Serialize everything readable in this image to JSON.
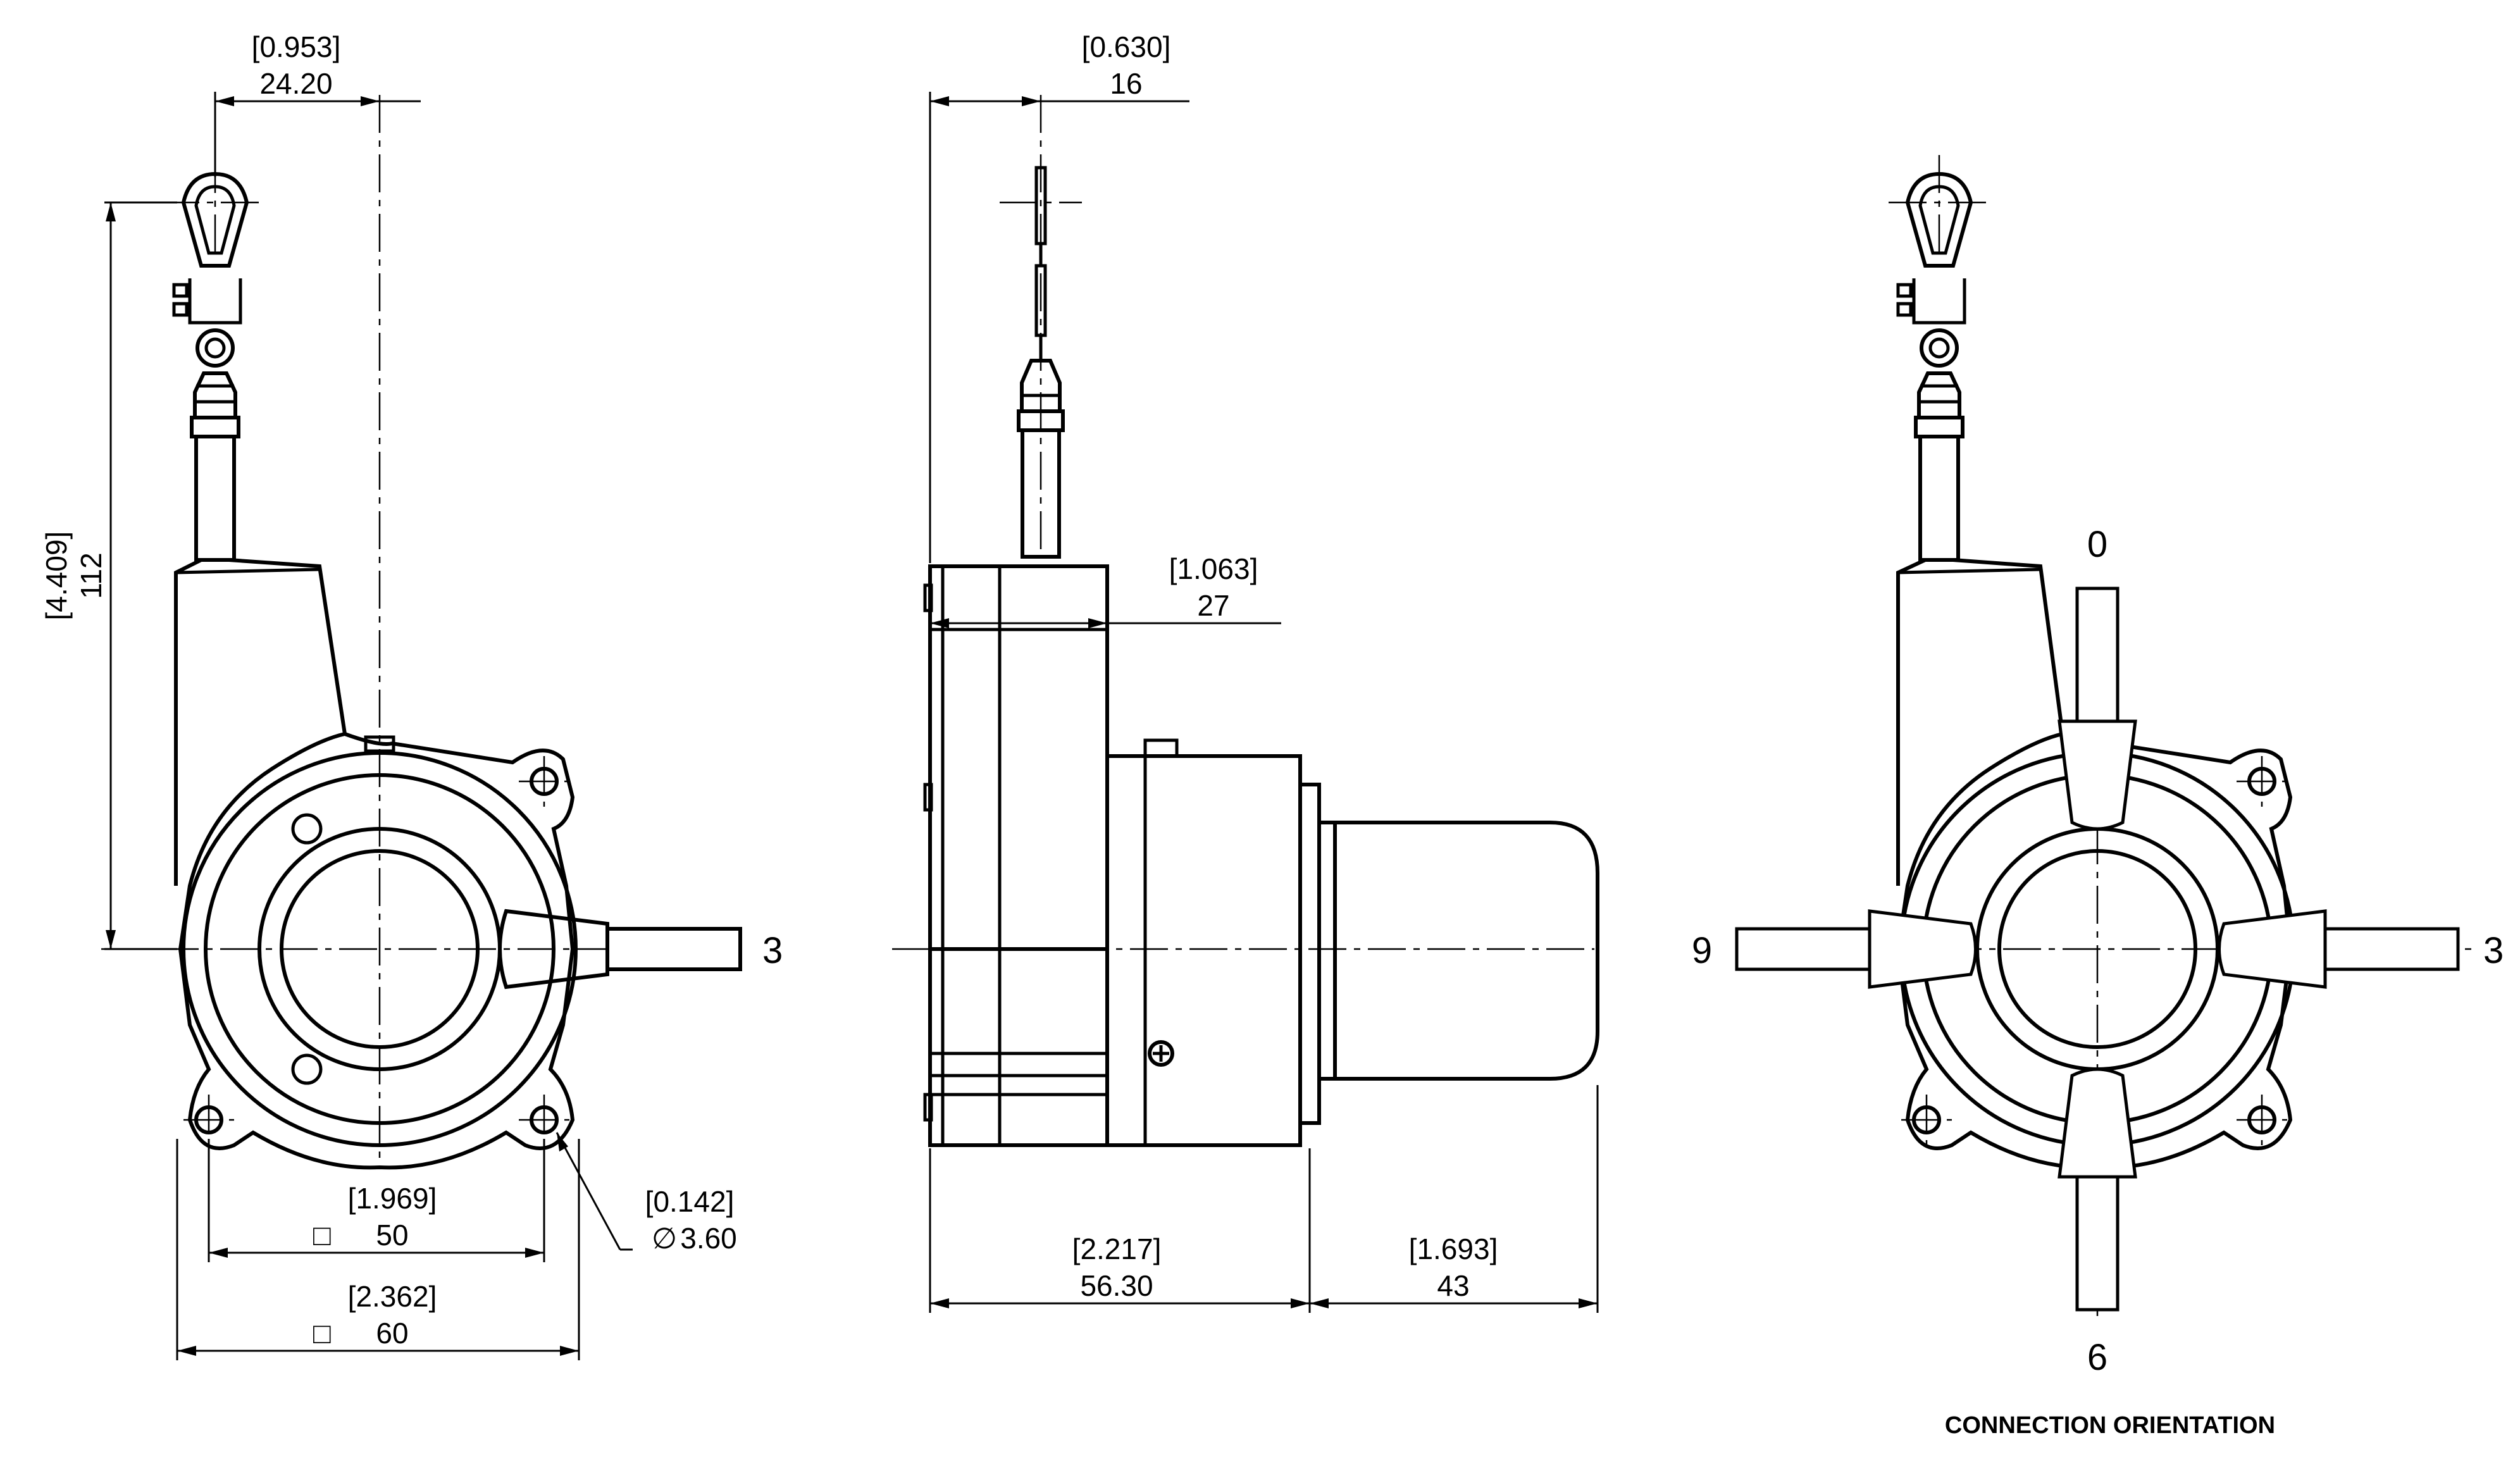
{
  "front_view": {
    "dims": {
      "width_top_in": "0.953",
      "width_top_mm": "24.20",
      "height_in": "4.409",
      "height_mm": "112",
      "hole_spacing_in": "1.969",
      "hole_spacing_mm": "50",
      "body_width_in": "2.362",
      "body_width_mm": "60",
      "hole_dia_in": "0.142",
      "hole_dia_mm": "3.60"
    },
    "exit_label": "3"
  },
  "side_view": {
    "dims": {
      "cable_offset_in": "0.630",
      "cable_offset_mm": "16",
      "housing_depth_in": "1.063",
      "housing_depth_mm": "27",
      "body_length_in": "2.217",
      "body_length_mm": "56.30",
      "sensor_length_in": "1.693",
      "sensor_length_mm": "43"
    }
  },
  "orientation_view": {
    "labels": {
      "top": "0",
      "right": "3",
      "bottom": "6",
      "left": "9"
    },
    "caption": "CONNECTION ORIENTATION"
  },
  "symbols": {
    "square": "□",
    "diameter": "∅"
  }
}
